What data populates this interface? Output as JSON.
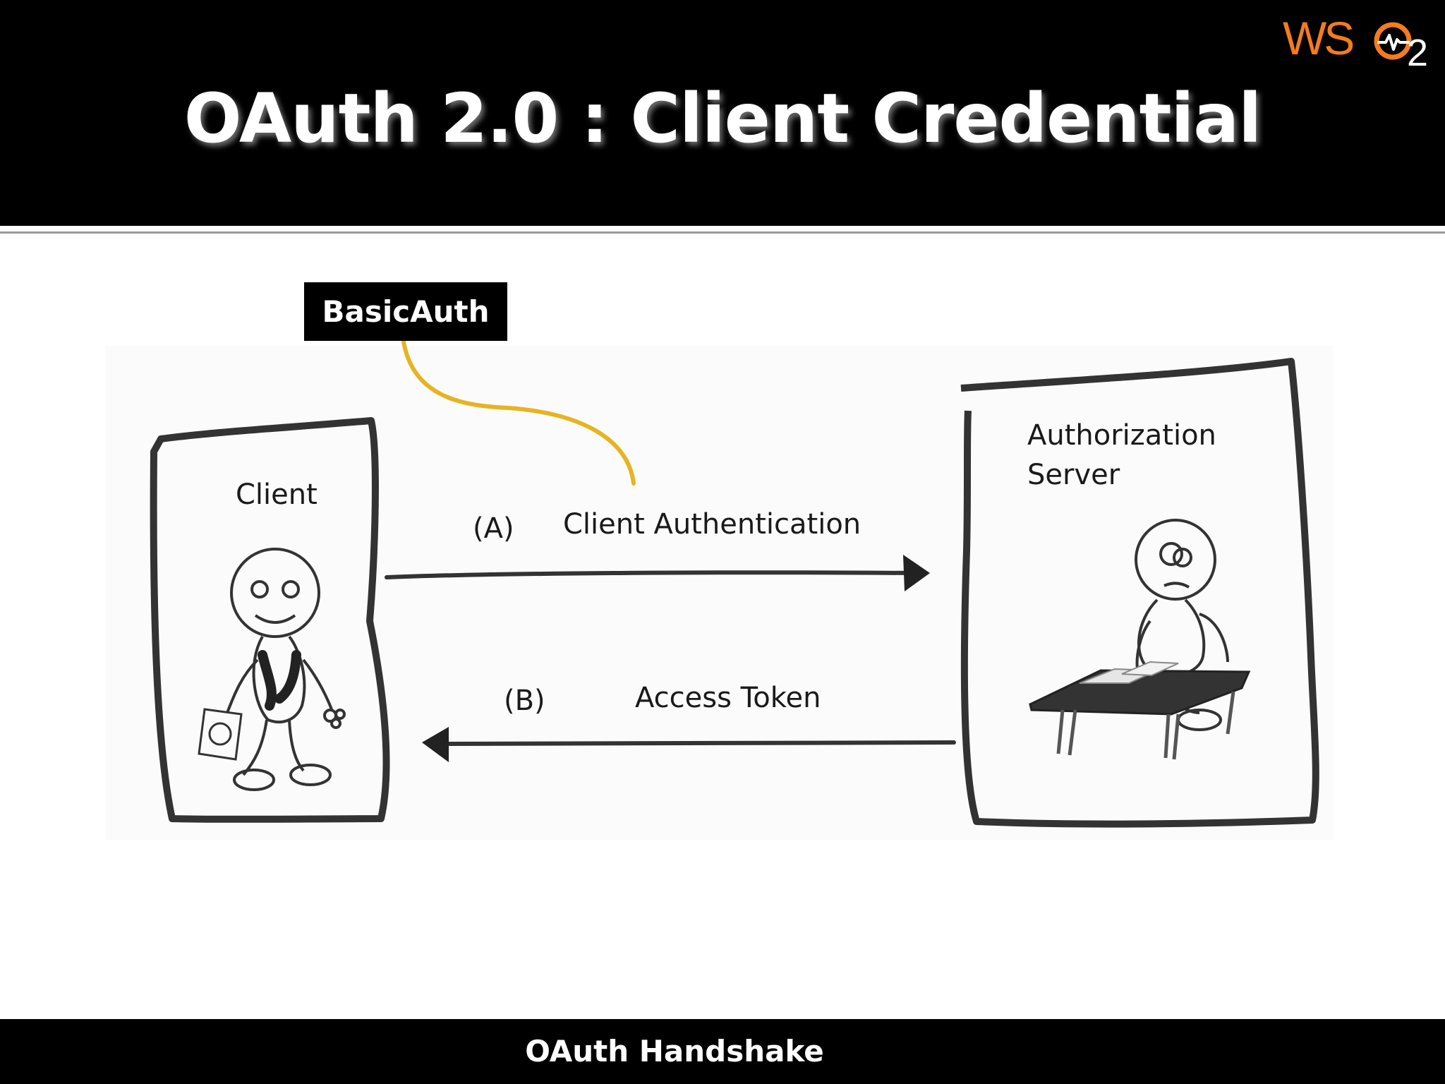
{
  "header": {
    "title": "OAuth 2.0 : Client Credential",
    "logo": {
      "text": "WSO",
      "subscript": "2",
      "brand_color": "#f47b20"
    }
  },
  "callout": {
    "label": "BasicAuth",
    "connector_color": "#e6b422"
  },
  "diagram": {
    "client_box": {
      "label": "Client"
    },
    "server_box": {
      "label_line1": "Authorization",
      "label_line2": "Server"
    },
    "request_arrow": {
      "step": "(A)",
      "label": "Client Authentication"
    },
    "response_arrow": {
      "step": "(B)",
      "label": "Access Token"
    },
    "stroke_color": "#3a3a3a"
  },
  "footer": {
    "text": "OAuth Handshake"
  }
}
